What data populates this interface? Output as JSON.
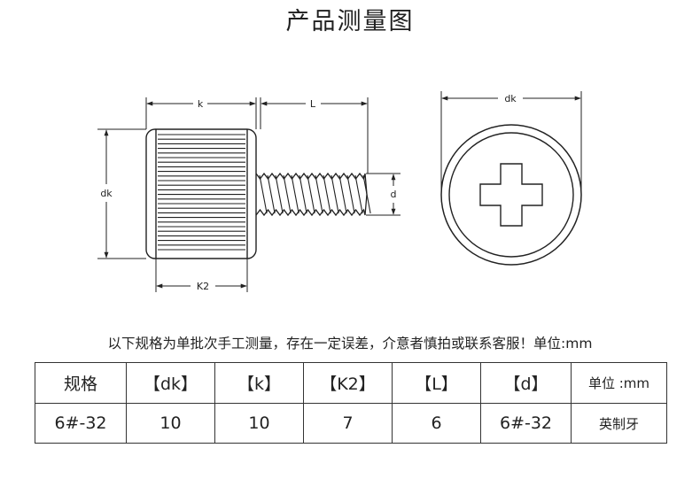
{
  "title": "产品测量图",
  "labels": {
    "k": "k",
    "L": "L",
    "dk_side": "dk",
    "d": "d",
    "K2": "K2",
    "dk_top": "dk"
  },
  "note": "以下规格为单批次手工测量，存在一定误差，介意者慎拍或联系客服！单位:mm",
  "table": {
    "headers": [
      "规格",
      "【dk】",
      "【k】",
      "【K2】",
      "【L】",
      "【d】",
      "单位 :mm"
    ],
    "row": [
      "6#-32",
      "10",
      "10",
      "7",
      "6",
      "6#-32",
      "英制牙"
    ]
  }
}
